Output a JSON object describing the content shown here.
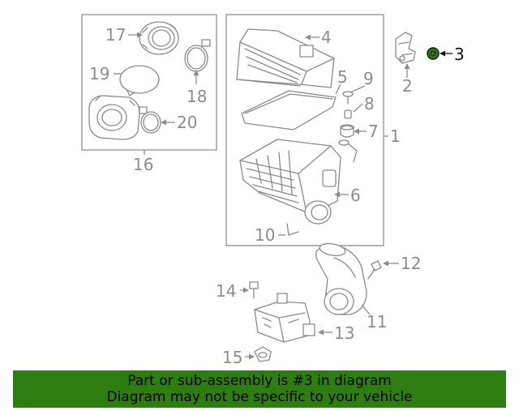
{
  "callouts": {
    "c1": "1",
    "c2": "2",
    "c3": "3",
    "c4": "4",
    "c5": "5",
    "c6": "6",
    "c7": "7",
    "c8": "8",
    "c9": "9",
    "c10": "10",
    "c11": "11",
    "c12": "12",
    "c13": "13",
    "c14": "14",
    "c15": "15",
    "c16": "16",
    "c17": "17",
    "c18": "18",
    "c19": "19",
    "c20": "20"
  },
  "highlight": {
    "part": "3",
    "color": "#2e7d11"
  },
  "banner": {
    "line1": "Part or sub-assembly is #3 in diagram",
    "line2": "Diagram may not be specific to your vehicle",
    "background": "#2e7d11"
  }
}
